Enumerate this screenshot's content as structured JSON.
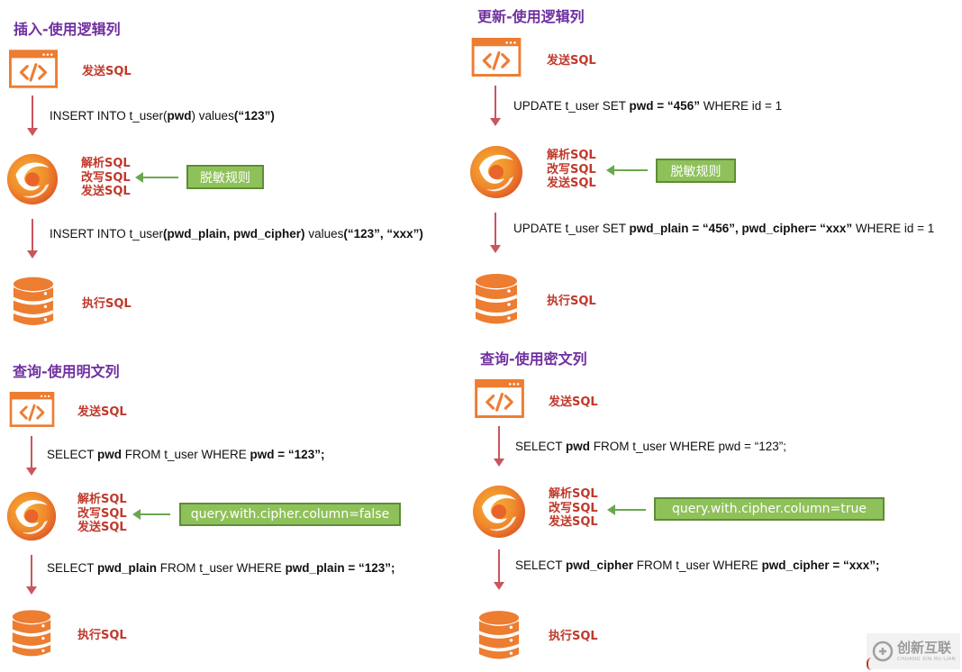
{
  "labels": {
    "send": "发送SQL",
    "parse": "解析SQL",
    "rewrite": "改写SQL",
    "execute": "执行SQL"
  },
  "panels": {
    "insert": {
      "title": "插入-使用逻辑列",
      "rule": "脱敏规则",
      "sql1": [
        {
          "t": "INSERT INTO t_user(",
          "b": false
        },
        {
          "t": "pwd",
          "b": true
        },
        {
          "t": ") values",
          "b": false
        },
        {
          "t": "(“123”)",
          "b": true
        }
      ],
      "sql2": [
        {
          "t": "INSERT INTO t_user",
          "b": false
        },
        {
          "t": "(pwd_plain, pwd_cipher)",
          "b": true
        },
        {
          "t": " values",
          "b": false
        },
        {
          "t": "(“123”, “xxx”)",
          "b": true
        }
      ]
    },
    "update": {
      "title": "更新-使用逻辑列",
      "rule": "脱敏规则",
      "sql1": [
        {
          "t": "UPDATE t_user SET ",
          "b": false
        },
        {
          "t": "pwd = “456”",
          "b": true
        },
        {
          "t": " WHERE id = 1",
          "b": false
        }
      ],
      "sql2": [
        {
          "t": "UPDATE t_user SET ",
          "b": false
        },
        {
          "t": "pwd_plain = “456”, pwd_cipher= “xxx”",
          "b": true
        },
        {
          "t": "  WHERE id = 1",
          "b": false
        }
      ]
    },
    "query_plain": {
      "title": "查询-使用明文列",
      "rule": "query.with.cipher.column=false",
      "sql1": [
        {
          "t": "SELECT ",
          "b": false
        },
        {
          "t": "pwd",
          "b": true
        },
        {
          "t": " FROM t_user WHERE ",
          "b": false
        },
        {
          "t": "pwd = “123”;",
          "b": true
        }
      ],
      "sql2": [
        {
          "t": "SELECT ",
          "b": false
        },
        {
          "t": "pwd_plain",
          "b": true
        },
        {
          "t": " FROM t_user WHERE ",
          "b": false
        },
        {
          "t": "pwd_plain = “123”;",
          "b": true
        }
      ]
    },
    "query_cipher": {
      "title": "查询-使用密文列",
      "rule": "query.with.cipher.column=true",
      "sql1": [
        {
          "t": "SELECT ",
          "b": false
        },
        {
          "t": "pwd",
          "b": true
        },
        {
          "t": " FROM t_user WHERE pwd = “123”;",
          "b": false
        }
      ],
      "sql2": [
        {
          "t": "SELECT ",
          "b": false
        },
        {
          "t": "pwd_cipher",
          "b": true
        },
        {
          "t": " FROM t_user WHERE ",
          "b": false
        },
        {
          "t": "pwd_cipher = “xxx”;",
          "b": true
        }
      ]
    }
  },
  "watermark": {
    "name": "创新互联",
    "sub": "CHUANG XIN HU LIAN"
  },
  "colors": {
    "orange": "#ed7d31",
    "title_purple": "#7030a0",
    "label_red": "#c0392b",
    "green": "#8fc15a",
    "arrow_red": "#c9555f"
  }
}
